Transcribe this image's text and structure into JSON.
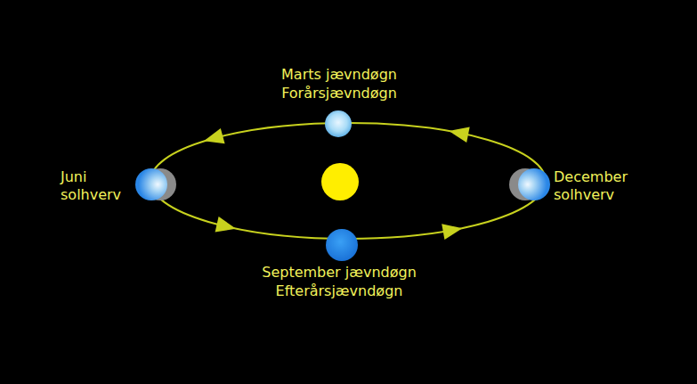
{
  "diagram": {
    "labels": [
      "Marts jævndøgn",
      "Forårsjævndøgn",
      "Juni solhverv",
      "December solhverv",
      "September jævndøgn",
      "Efterårsjævndøgn"
    ]
  }
}
